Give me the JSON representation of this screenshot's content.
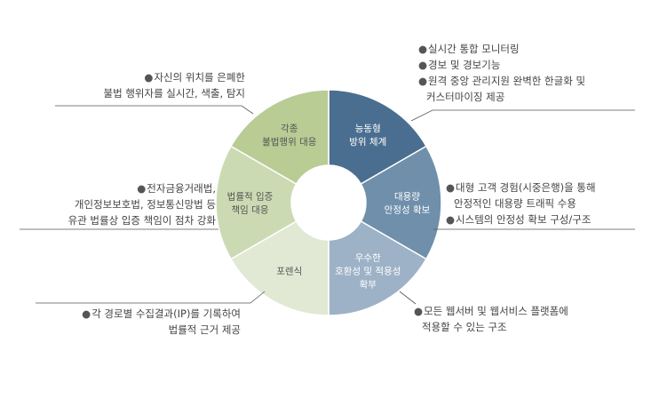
{
  "segments": [
    {
      "id": "proactive",
      "lines": [
        "능동형",
        "방위 체계"
      ],
      "color": "#4a6e8f",
      "text_color": "#ffffff"
    },
    {
      "id": "stability",
      "lines": [
        "대용량",
        "안정성 확보"
      ],
      "color": "#6f8fab",
      "text_color": "#ffffff"
    },
    {
      "id": "compat",
      "lines": [
        "우수한",
        "호환성 및 적용성",
        "확부"
      ],
      "color": "#9db2c6",
      "text_color": "#ffffff"
    },
    {
      "id": "forensic",
      "lines": [
        "포렌식"
      ],
      "color": "#e1e8d4",
      "text_color": "#555555"
    },
    {
      "id": "legal",
      "lines": [
        "법률적 입증",
        "책임 대응"
      ],
      "color": "#ccdab3",
      "text_color": "#555555"
    },
    {
      "id": "illegal",
      "lines": [
        "각종",
        "불법행위 대응"
      ],
      "color": "#b8cc94",
      "text_color": "#555555"
    }
  ],
  "notes": {
    "top_right": [
      "실시간 통합 모니터링",
      "경보 및 경보기능",
      "원격 중앙 관리지원 완벽한 한글화 및",
      "커스터마이징 제공"
    ],
    "top_right_bullets": [
      true,
      true,
      true,
      false
    ],
    "mid_right": [
      "대형 고객 경험(시중은행)을 통해",
      "안정적인 대용량 트래픽 수용",
      "시스템의 안정성 확보 구성/구조"
    ],
    "mid_right_bullets": [
      true,
      false,
      true
    ],
    "bottom_right": [
      "모든 웹서버 및 웹서비스 플랫폼에",
      "적용할 수 있는 구조"
    ],
    "bottom_right_bullets": [
      true,
      false
    ],
    "top_left": [
      "자신의 위치를 은폐한",
      "불법 행위자를 실시간, 색출, 탐지"
    ],
    "top_left_bullets": [
      true,
      false
    ],
    "mid_left": [
      "전자금융거래법,",
      "개인정보보호법, 정보통신망법 등",
      "유관 법률상 입증 책임이 점차 강화"
    ],
    "mid_left_bullets": [
      true,
      false,
      false
    ],
    "bottom_left": [
      "각 경로별 수집결과(IP)를 기록하여",
      "법률적 근거 제공"
    ],
    "bottom_left_bullets": [
      true,
      false
    ]
  }
}
